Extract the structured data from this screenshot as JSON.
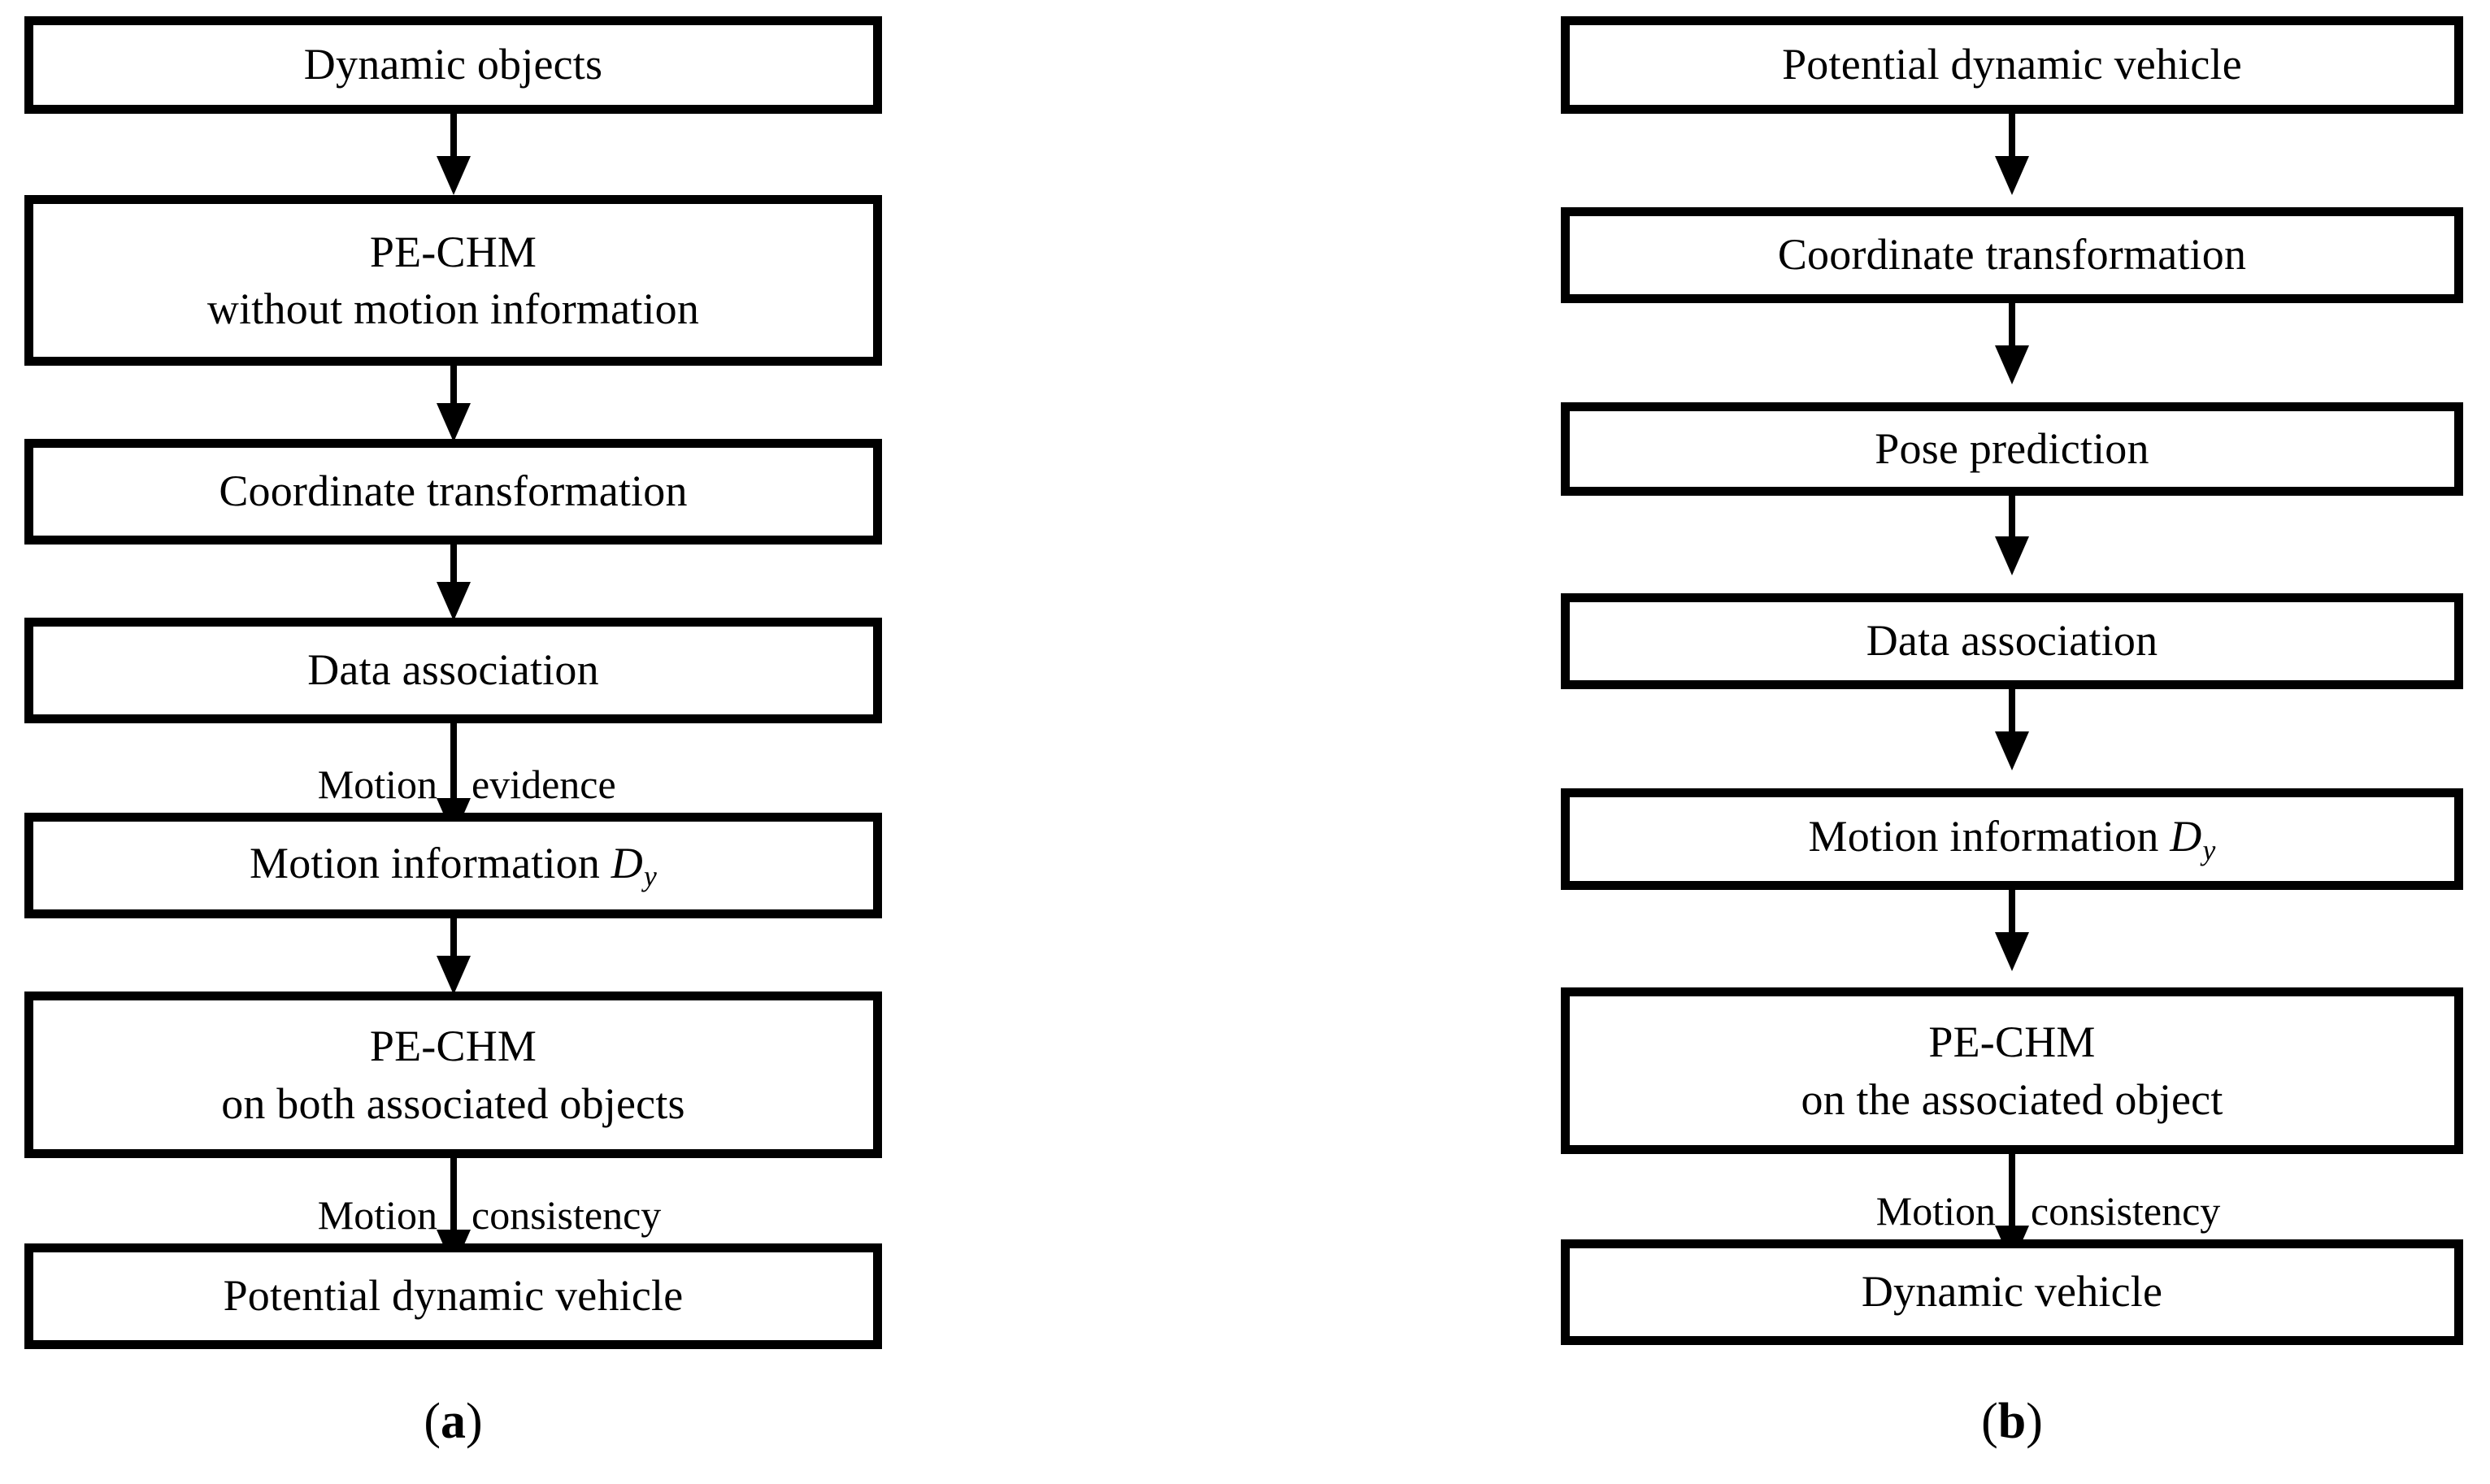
{
  "figure": {
    "type": "flowchart",
    "panel_count": 2,
    "orientation": "top-to-bottom",
    "style": {
      "box_border_color": "#000000",
      "box_fill_color": "#ffffff",
      "text_color": "#000000",
      "background_color": "#ffffff"
    }
  },
  "panel_a": {
    "caption": "(a)",
    "caption_open_paren": "(",
    "caption_letter": "a",
    "caption_close_paren": ")",
    "nodes": [
      {
        "id": "a1",
        "line1": "Dynamic objects",
        "line2": ""
      },
      {
        "id": "a2",
        "line1": "PE-CHM",
        "line2": "without motion information"
      },
      {
        "id": "a3",
        "line1": "Coordinate transformation",
        "line2": ""
      },
      {
        "id": "a4",
        "line1": "Data association",
        "line2": ""
      },
      {
        "id": "a5",
        "line1": "Motion information ",
        "line2": "",
        "math_var": "D",
        "math_sub": "y"
      },
      {
        "id": "a6",
        "line1": "PE-CHM",
        "line2": "on both associated objects"
      },
      {
        "id": "a7",
        "line1": "Potential dynamic vehicle",
        "line2": ""
      }
    ],
    "edges": [
      {
        "from": "a1",
        "to": "a2",
        "label_left": "",
        "label_right": ""
      },
      {
        "from": "a2",
        "to": "a3",
        "label_left": "",
        "label_right": ""
      },
      {
        "from": "a3",
        "to": "a4",
        "label_left": "",
        "label_right": ""
      },
      {
        "from": "a4",
        "to": "a5",
        "label_left": "Motion",
        "label_right": "evidence"
      },
      {
        "from": "a5",
        "to": "a6",
        "label_left": "",
        "label_right": ""
      },
      {
        "from": "a6",
        "to": "a7",
        "label_left": "Motion",
        "label_right": "consistency"
      }
    ]
  },
  "panel_b": {
    "caption": "(b)",
    "caption_open_paren": "(",
    "caption_letter": "b",
    "caption_close_paren": ")",
    "nodes": [
      {
        "id": "b1",
        "line1": "Potential dynamic vehicle",
        "line2": ""
      },
      {
        "id": "b2",
        "line1": "Coordinate transformation",
        "line2": ""
      },
      {
        "id": "b3",
        "line1": "Pose prediction",
        "line2": ""
      },
      {
        "id": "b4",
        "line1": "Data association",
        "line2": ""
      },
      {
        "id": "b5",
        "line1": "Motion information ",
        "line2": "",
        "math_var": "D",
        "math_sub": "y"
      },
      {
        "id": "b6",
        "line1": "PE-CHM",
        "line2": "on the associated object"
      },
      {
        "id": "b7",
        "line1": "Dynamic vehicle",
        "line2": ""
      }
    ],
    "edges": [
      {
        "from": "b1",
        "to": "b2",
        "label_left": "",
        "label_right": ""
      },
      {
        "from": "b2",
        "to": "b3",
        "label_left": "",
        "label_right": ""
      },
      {
        "from": "b3",
        "to": "b4",
        "label_left": "",
        "label_right": ""
      },
      {
        "from": "b4",
        "to": "b5",
        "label_left": "",
        "label_right": ""
      },
      {
        "from": "b5",
        "to": "b6",
        "label_left": "",
        "label_right": ""
      },
      {
        "from": "b6",
        "to": "b7",
        "label_left": "Motion",
        "label_right": "consistency"
      }
    ]
  }
}
